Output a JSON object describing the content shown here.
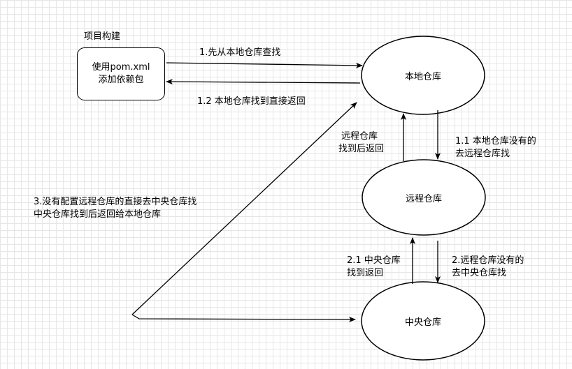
{
  "build": {
    "title": "项目构建",
    "box_line1": "使用pom.xml",
    "box_line2": "添加依赖包"
  },
  "nodes": {
    "local": "本地仓库",
    "remote": "远程仓库",
    "central": "中央仓库"
  },
  "edges": {
    "e1": "1.先从本地仓库查找",
    "e1_2": "1.2 本地仓库找到直接返回",
    "e1_1_line1": "1.1 本地仓库没有的",
    "e1_1_line2": "去远程仓库找",
    "e_remote_return_line1": "远程仓库",
    "e_remote_return_line2": "找到后返回",
    "e2_line1": "2.远程仓库没有的",
    "e2_line2": "去中央仓库找",
    "e2_1_line1": "2.1 中央仓库",
    "e2_1_line2": "找到返回",
    "e3_line1": "3.没有配置远程仓库的直接去中央仓库找",
    "e3_line2": "中央仓库找到后返回给本地仓库"
  }
}
